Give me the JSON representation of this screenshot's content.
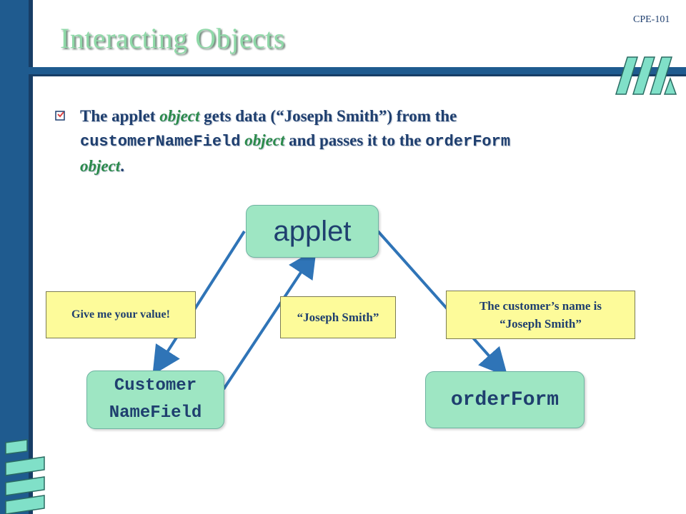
{
  "slide": {
    "title": "Interacting Objects",
    "course_label": "CPE-101"
  },
  "bullet": {
    "icon": "bullet-square-icon",
    "segments": [
      {
        "text": "The applet ",
        "style": "normal"
      },
      {
        "text": "object",
        "style": "em"
      },
      {
        "text": " gets data (“Joseph Smith”) from the ",
        "style": "normal"
      },
      {
        "text": "customerNameField",
        "style": "code"
      },
      {
        "text": " ",
        "style": "normal"
      },
      {
        "text": "object",
        "style": "em"
      },
      {
        "text": " and passes it to the ",
        "style": "normal"
      },
      {
        "text": "orderForm",
        "style": "code"
      },
      {
        "text": " ",
        "style": "normal"
      },
      {
        "text": "object",
        "style": "em"
      },
      {
        "text": ".",
        "style": "normal"
      }
    ]
  },
  "diagram": {
    "nodes": {
      "applet": "applet",
      "customer_name_field": "Customer\nNameField",
      "order_form": "orderForm"
    },
    "messages": {
      "give_value": "Give me your value!",
      "joseph_smith": "“Joseph Smith”",
      "customer_name_is": "The customer’s name is\n“Joseph Smith”"
    }
  },
  "colors": {
    "frame_blue": "#1f5b8f",
    "title_green": "#8fd9a8",
    "text_navy": "#1f3f6f",
    "node_fill": "#9ee6c3",
    "message_fill": "#fdfb9a",
    "arrow_blue": "#2f74b7"
  }
}
